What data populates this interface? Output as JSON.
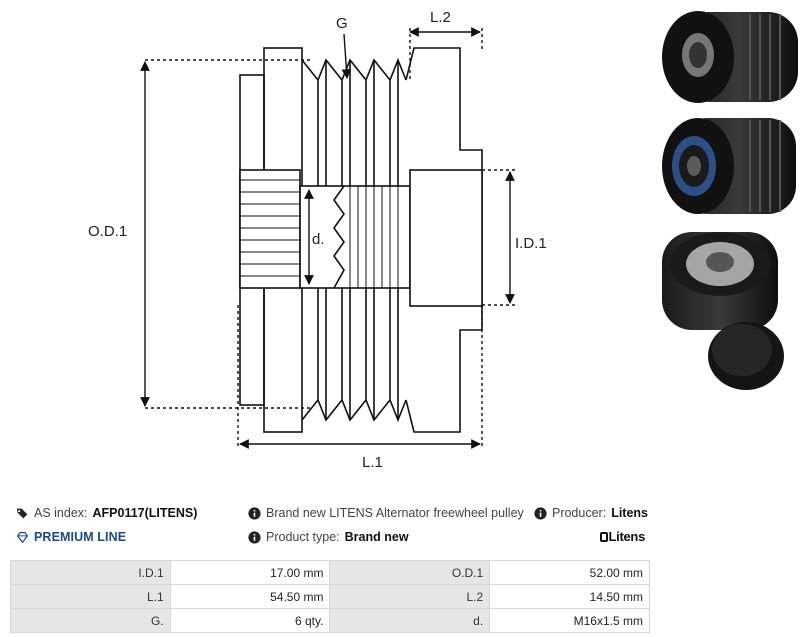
{
  "diagram": {
    "labels": {
      "g": "G",
      "l2": "L.2",
      "od1": "O.D.1",
      "d": "d.",
      "id1": "I.D.1",
      "l1": "L.1"
    }
  },
  "info": {
    "as_index_label": "AS index:",
    "as_index_value": "AFP0117(LITENS)",
    "description": "Brand new LITENS Alternator freewheel pulley",
    "producer_label": "Producer:",
    "producer_value": "Litens",
    "premium_line": "PREMIUM LINE",
    "product_type_label": "Product type:",
    "product_type_value": "Brand new",
    "brand_logo": "Litens"
  },
  "specs": [
    [
      {
        "k": "I.D.1",
        "v": "17.00 mm"
      },
      {
        "k": "O.D.1",
        "v": "52.00 mm"
      }
    ],
    [
      {
        "k": "L.1",
        "v": "54.50 mm"
      },
      {
        "k": "L.2",
        "v": "14.50 mm"
      }
    ],
    [
      {
        "k": "G.",
        "v": "6 qty."
      },
      {
        "k": "d.",
        "v": "M16x1.5 mm"
      }
    ]
  ],
  "colors": {
    "premium": "#1b4a8c",
    "table_key_bg": "#e6e6e6"
  }
}
